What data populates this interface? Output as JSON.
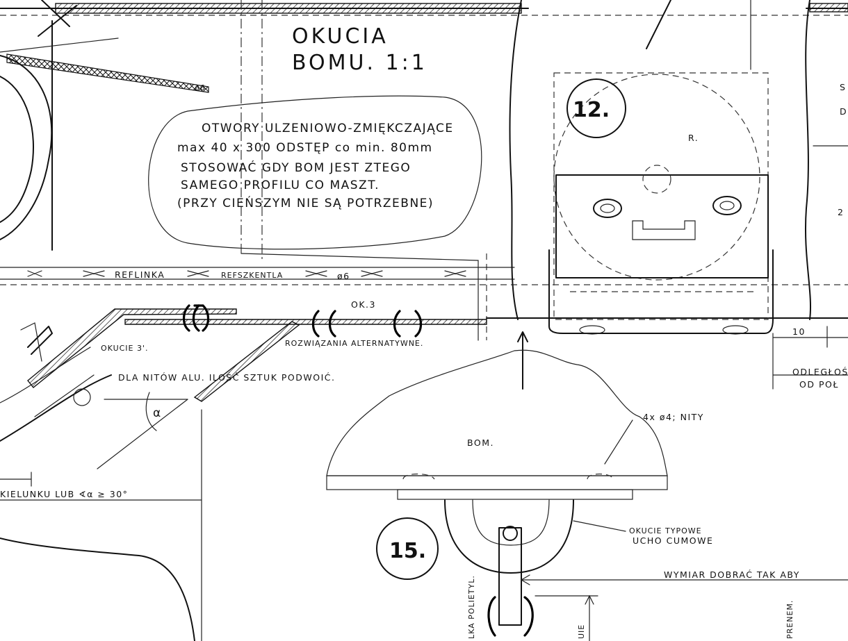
{
  "title": {
    "line1": "OKUCIA",
    "line2": "BOMU. 1:1"
  },
  "callout_note": {
    "line1": "OTWORY ULZENIOWO-ZMIĘKCZAJĄCE",
    "line2": "max 40 x 300  ODSTĘP co min. 80mm",
    "line3": "STOSOWAĆ GDY BOM JEST ZTEGO",
    "line4": "SAMEGO PROFILU CO MASZT.",
    "line5": "(PRZY CIEŃSZYM NIE SĄ POTRZEBNE)"
  },
  "labels": {
    "phi6_top": "ø6",
    "reflinka": "REFLINKA",
    "refszkentla": "REFSZKENTLA",
    "phi6": "ø6",
    "ok3": "OK.3",
    "alternatives": "ROZWIĄZANIA ALTERNATYWNE.",
    "okucie3": "OKUCIE 3'.",
    "alu_rivets": "DLA NITÓW ALU. ILOŚĆ SZTUK PODWOIĆ.",
    "alpha": "α",
    "angle_note": "KIELUNKU LUB ∢α ≥ 30°",
    "detail12": "12.",
    "r_label": "R.",
    "dim10": "10",
    "distance_note_1": "ODLEGŁOŚ",
    "distance_note_2": "OD POŁ",
    "boom": "BOM.",
    "rivets": "4x ø4; NITY",
    "detail15": "15.",
    "fitting_1": "OKUCIE TYPOWE",
    "fitting_2": "UCHO CUMOWE",
    "dimension_note": "WYMIAR DOBRAĆ TAK ABY",
    "poliethyl": "LKA POLIETYL.",
    "prenem": "PRENEM.",
    "vert_left": "UIE",
    "side_s": "S",
    "side_d": "D",
    "side_2": "2"
  }
}
